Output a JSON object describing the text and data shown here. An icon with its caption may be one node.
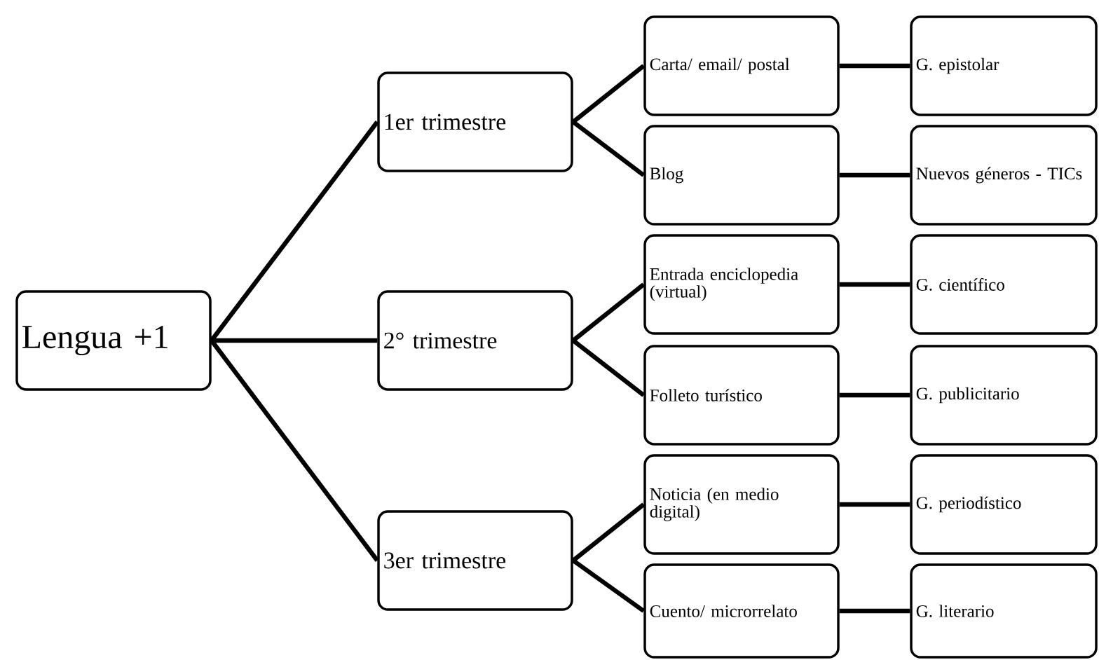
{
  "diagram": {
    "nodes": [
      {
        "text": [
          "Lengua +1"
        ]
      },
      {
        "text": [
          "1er trimestre"
        ]
      },
      {
        "text": [
          "2° trimestre"
        ]
      },
      {
        "text": [
          "3er trimestre"
        ]
      },
      {
        "text": [
          "Carta/ email/ postal"
        ]
      },
      {
        "text": [
          "Blog"
        ]
      },
      {
        "text": [
          "Entrada enciclopedia (virtual)"
        ]
      },
      {
        "text": [
          "Folleto turístico"
        ]
      },
      {
        "text": [
          "Noticia (en medio digital)"
        ]
      },
      {
        "text": [
          "Cuento/ microrrelato"
        ]
      },
      {
        "text": [
          "G. epistolar"
        ]
      },
      {
        "text": [
          "Nuevos géneros - TICs"
        ]
      },
      {
        "text": [
          "G. científico"
        ]
      },
      {
        "text": [
          "G. publicitario"
        ]
      },
      {
        "text": [
          "G. periodístico"
        ]
      },
      {
        "text": [
          "G. literario"
        ]
      }
    ],
    "edges": [
      {
        "from": 0,
        "to": 1,
        "arrow": "none"
      },
      {
        "from": 0,
        "to": 2,
        "arrow": "none"
      },
      {
        "from": 0,
        "to": 3,
        "arrow": "none"
      },
      {
        "from": 1,
        "to": 4,
        "arrow": "none"
      },
      {
        "from": 1,
        "to": 5,
        "arrow": "none"
      },
      {
        "from": 2,
        "to": 6,
        "arrow": "none"
      },
      {
        "from": 2,
        "to": 7,
        "arrow": "none"
      },
      {
        "from": 3,
        "to": 8,
        "arrow": "none"
      },
      {
        "from": 3,
        "to": 9,
        "arrow": "none"
      },
      {
        "from": 4,
        "to": 10,
        "arrow": "none"
      },
      {
        "from": 5,
        "to": 11,
        "arrow": "none"
      },
      {
        "from": 6,
        "to": 12,
        "arrow": "none"
      },
      {
        "from": 7,
        "to": 13,
        "arrow": "none"
      },
      {
        "from": 8,
        "to": 14,
        "arrow": "none"
      },
      {
        "from": 9,
        "to": 15,
        "arrow": "none"
      }
    ]
  }
}
